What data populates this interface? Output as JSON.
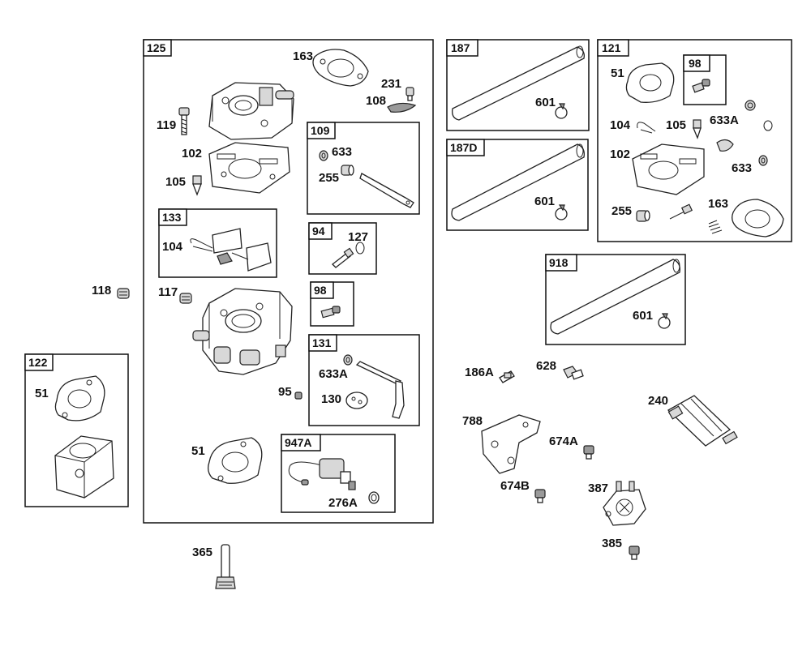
{
  "groups": [
    {
      "id": "125"
    },
    {
      "id": "109"
    },
    {
      "id": "133"
    },
    {
      "id": "94"
    },
    {
      "id": "98"
    },
    {
      "id": "131"
    },
    {
      "id": "947A"
    },
    {
      "id": "122"
    },
    {
      "id": "187"
    },
    {
      "id": "187D"
    },
    {
      "id": "121"
    },
    {
      "id": "98b",
      "label": "98"
    },
    {
      "id": "918"
    }
  ],
  "labels": {
    "l163a": "163",
    "l231": "231",
    "l108": "108",
    "l119": "119",
    "l102a": "102",
    "l105a": "105",
    "l633a": "633",
    "l255a": "255",
    "l104a": "104",
    "l127": "127",
    "l118": "118",
    "l117": "117",
    "l633Aa": "633A",
    "l130": "130",
    "l95": "95",
    "l51a": "51",
    "l276A": "276A",
    "l51b": "51",
    "l365": "365",
    "l601a": "601",
    "l601b": "601",
    "l51c": "51",
    "l104b": "104",
    "l105b": "105",
    "l633Ab": "633A",
    "l102b": "102",
    "l633b": "633",
    "l255b": "255",
    "l163b": "163",
    "l601c": "601",
    "l186A": "186A",
    "l628": "628",
    "l240": "240",
    "l788": "788",
    "l674A": "674A",
    "l674B": "674B",
    "l387": "387",
    "l385": "385"
  },
  "boxes": {
    "b125": "125",
    "b109": "109",
    "b133": "133",
    "b94": "94",
    "b98a": "98",
    "b131": "131",
    "b947A": "947A",
    "b122": "122",
    "b187": "187",
    "b187D": "187D",
    "b121": "121",
    "b98b": "98",
    "b918": "918"
  }
}
